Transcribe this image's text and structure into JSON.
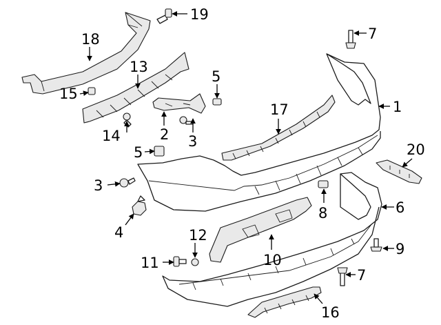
{
  "callouts": {
    "c1": "1",
    "c2": "2",
    "c3a": "3",
    "c3b": "3",
    "c4": "4",
    "c5a": "5",
    "c5b": "5",
    "c6": "6",
    "c7a": "7",
    "c7b": "7",
    "c8": "8",
    "c9": "9",
    "c10": "10",
    "c11": "11",
    "c12": "12",
    "c13": "13",
    "c14": "14",
    "c15": "15",
    "c16": "16",
    "c17": "17",
    "c18": "18",
    "c19": "19",
    "c20": "20"
  },
  "colors": {
    "line": "#1a1a1a",
    "shade": "#e9e9e9",
    "background": "#ffffff"
  }
}
